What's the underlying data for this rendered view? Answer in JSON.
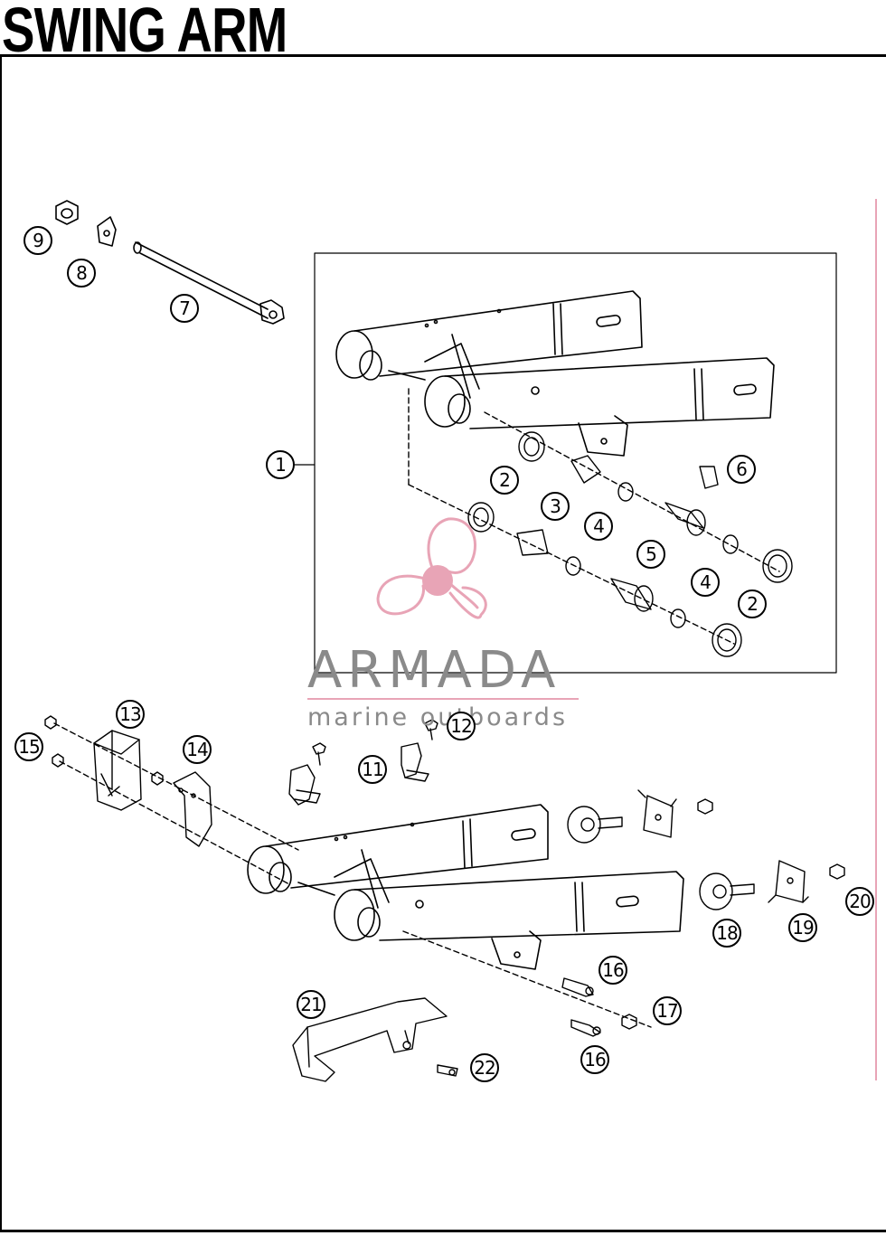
{
  "title": "SWING ARM",
  "watermark": {
    "name": "ARMADA",
    "tagline": "marine outboards",
    "accent_color": "#e8a4b6",
    "text_color": "#8a8a8a"
  },
  "callouts": {
    "c1": "1",
    "c2a": "2",
    "c2b": "2",
    "c3": "3",
    "c4a": "4",
    "c4b": "4",
    "c5": "5",
    "c6": "6",
    "c7": "7",
    "c8": "8",
    "c9": "9",
    "c11": "11",
    "c12": "12",
    "c13": "13",
    "c14": "14",
    "c15": "15",
    "c16a": "16",
    "c16b": "16",
    "c17": "17",
    "c18": "18",
    "c19": "19",
    "c20": "20",
    "c21": "21",
    "c22": "22"
  }
}
